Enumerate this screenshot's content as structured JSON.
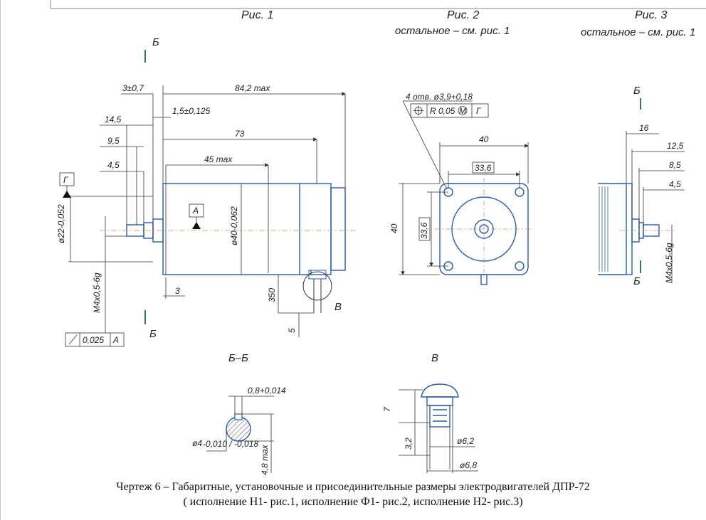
{
  "figure_titles": {
    "fig1": "Рис. 1",
    "fig2": "Рис. 2",
    "fig2_note": "остальное – см. рис. 1",
    "fig3": "Рис. 3",
    "fig3_note": "остальное – см. рис. 1"
  },
  "view_titles": {
    "section": "Б–Б",
    "detail": "В"
  },
  "fig1": {
    "dims": {
      "d84": "84,2 max",
      "d3": "3±0,7",
      "d15": "1,5±0,125",
      "d145": "14,5",
      "d95": "9,5",
      "d45s": "4,5",
      "d73": "73",
      "d45max": "45 max",
      "phi22": "ø22-0,052",
      "phi40": "ø40-0,062",
      "thread": "M4x0,5-6g",
      "d3b": "3",
      "d350": "350",
      "d5": "5"
    },
    "labels": {
      "section_top": "Б",
      "section_bottom": "Б",
      "datum_g": "Г",
      "datum_a": "А",
      "detail_v": "В"
    },
    "tolerance": {
      "value": "0,025",
      "datum": "А"
    }
  },
  "fig2": {
    "holes": "4 отв. ø3,9+0,18",
    "position_tol": "R 0,05",
    "position_mod": "M",
    "position_datum": "Г",
    "d40h": "40",
    "d336h": "33,6",
    "d40v": "40",
    "d336v": "33,6"
  },
  "fig3": {
    "d16": "16",
    "d125": "12,5",
    "d85": "8,5",
    "d45": "4,5",
    "thread": "M4x0,5-6g",
    "section_top": "Б",
    "section_bottom": "Б"
  },
  "section_bb": {
    "keyway": "0,8+0,014",
    "phi4": "ø4",
    "phi4_tol": "-0,010 / -0,018",
    "h48": "4,8 max"
  },
  "detail_v": {
    "d7": "7",
    "d32": "3,2",
    "phi62": "ø6,2",
    "phi68": "ø6,8"
  },
  "caption": {
    "line1": "Чертеж 6 – Габаритные, установочные и присоединительные размеры электродвигателей ДПР-72",
    "line2": "( исполнение Н1- рис.1, исполнение Ф1- рис.2, исполнение Н2- рис.3)"
  }
}
